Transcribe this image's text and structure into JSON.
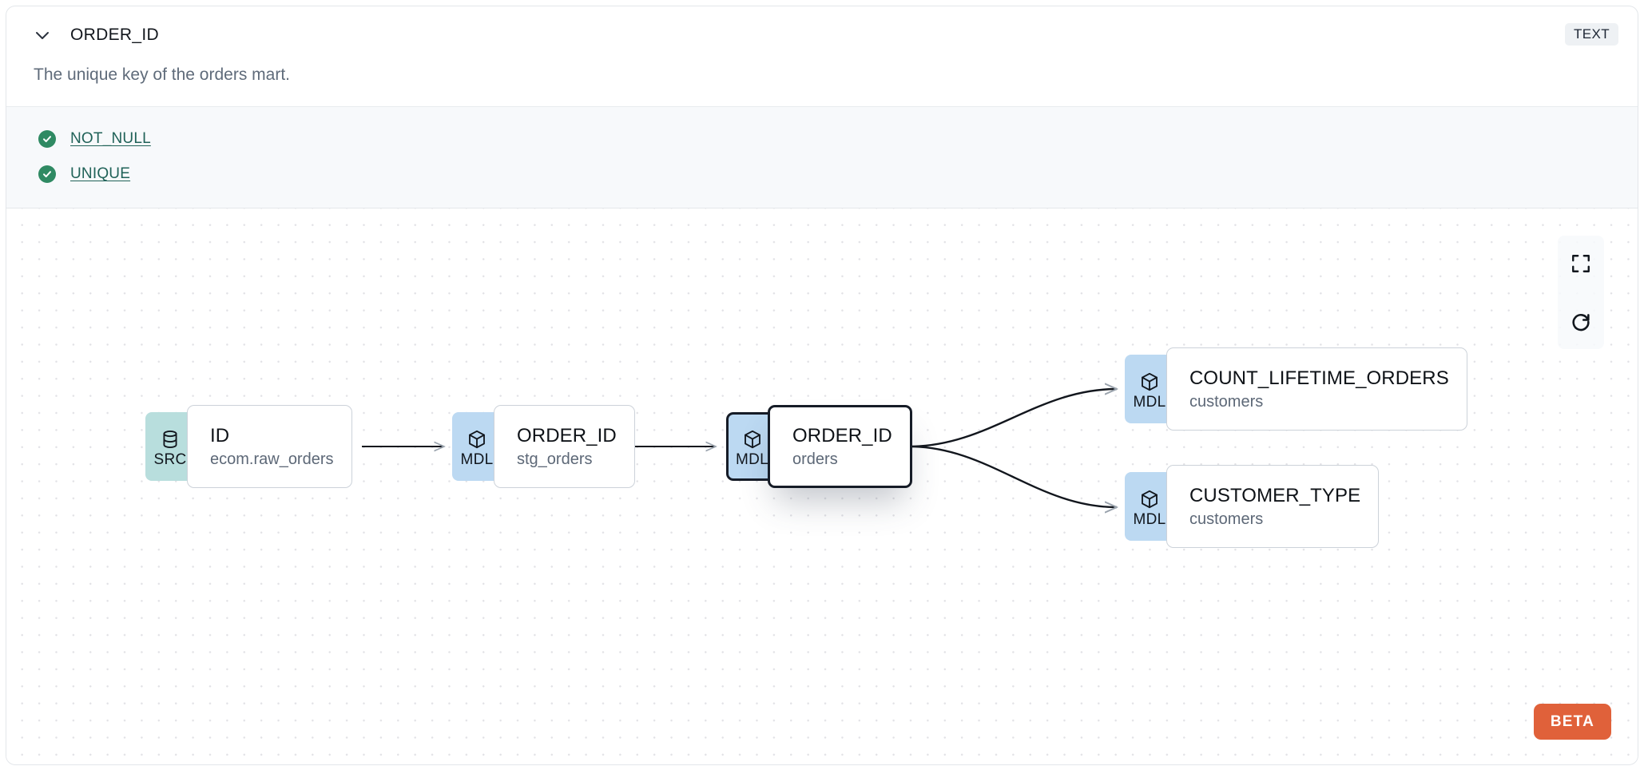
{
  "header": {
    "expand_icon": "chevron-down-icon",
    "title": "ORDER_ID",
    "type_badge": "TEXT"
  },
  "description": "The unique key of the orders mart.",
  "tests": {
    "status_icon": "check-circle-icon",
    "items": [
      {
        "label": "NOT_NULL",
        "status": "passed"
      },
      {
        "label": "UNIQUE",
        "status": "passed"
      }
    ]
  },
  "lineage": {
    "nodes": [
      {
        "id": "src-id",
        "badge": "SRC",
        "badge_icon": "database-icon",
        "name": "ID",
        "source": "ecom.raw_orders",
        "selected": false
      },
      {
        "id": "mdl-stg-orders",
        "badge": "MDL",
        "badge_icon": "cube-icon",
        "name": "ORDER_ID",
        "source": "stg_orders",
        "selected": false
      },
      {
        "id": "mdl-orders",
        "badge": "MDL",
        "badge_icon": "cube-icon",
        "name": "ORDER_ID",
        "source": "orders",
        "selected": true
      },
      {
        "id": "mdl-count-lifetime-orders",
        "badge": "MDL",
        "badge_icon": "cube-icon",
        "name": "COUNT_LIFETIME_ORDERS",
        "source": "customers",
        "selected": false
      },
      {
        "id": "mdl-customer-type",
        "badge": "MDL",
        "badge_icon": "cube-icon",
        "name": "CUSTOMER_TYPE",
        "source": "customers",
        "selected": false
      }
    ],
    "edges": [
      {
        "from": "src-id",
        "to": "mdl-stg-orders"
      },
      {
        "from": "mdl-stg-orders",
        "to": "mdl-orders"
      },
      {
        "from": "mdl-orders",
        "to": "mdl-count-lifetime-orders"
      },
      {
        "from": "mdl-orders",
        "to": "mdl-customer-type"
      }
    ],
    "controls": [
      {
        "name": "fit-view-button",
        "icon": "fullscreen-icon"
      },
      {
        "name": "reset-button",
        "icon": "refresh-icon"
      }
    ],
    "beta_badge": "BETA"
  },
  "colors": {
    "src_badge": "#b8dedd",
    "mdl_badge": "#bcd9f2",
    "test_pass": "#2f8a63",
    "test_link": "#206258",
    "beta": "#e0613a",
    "selected_border": "#161c27"
  }
}
